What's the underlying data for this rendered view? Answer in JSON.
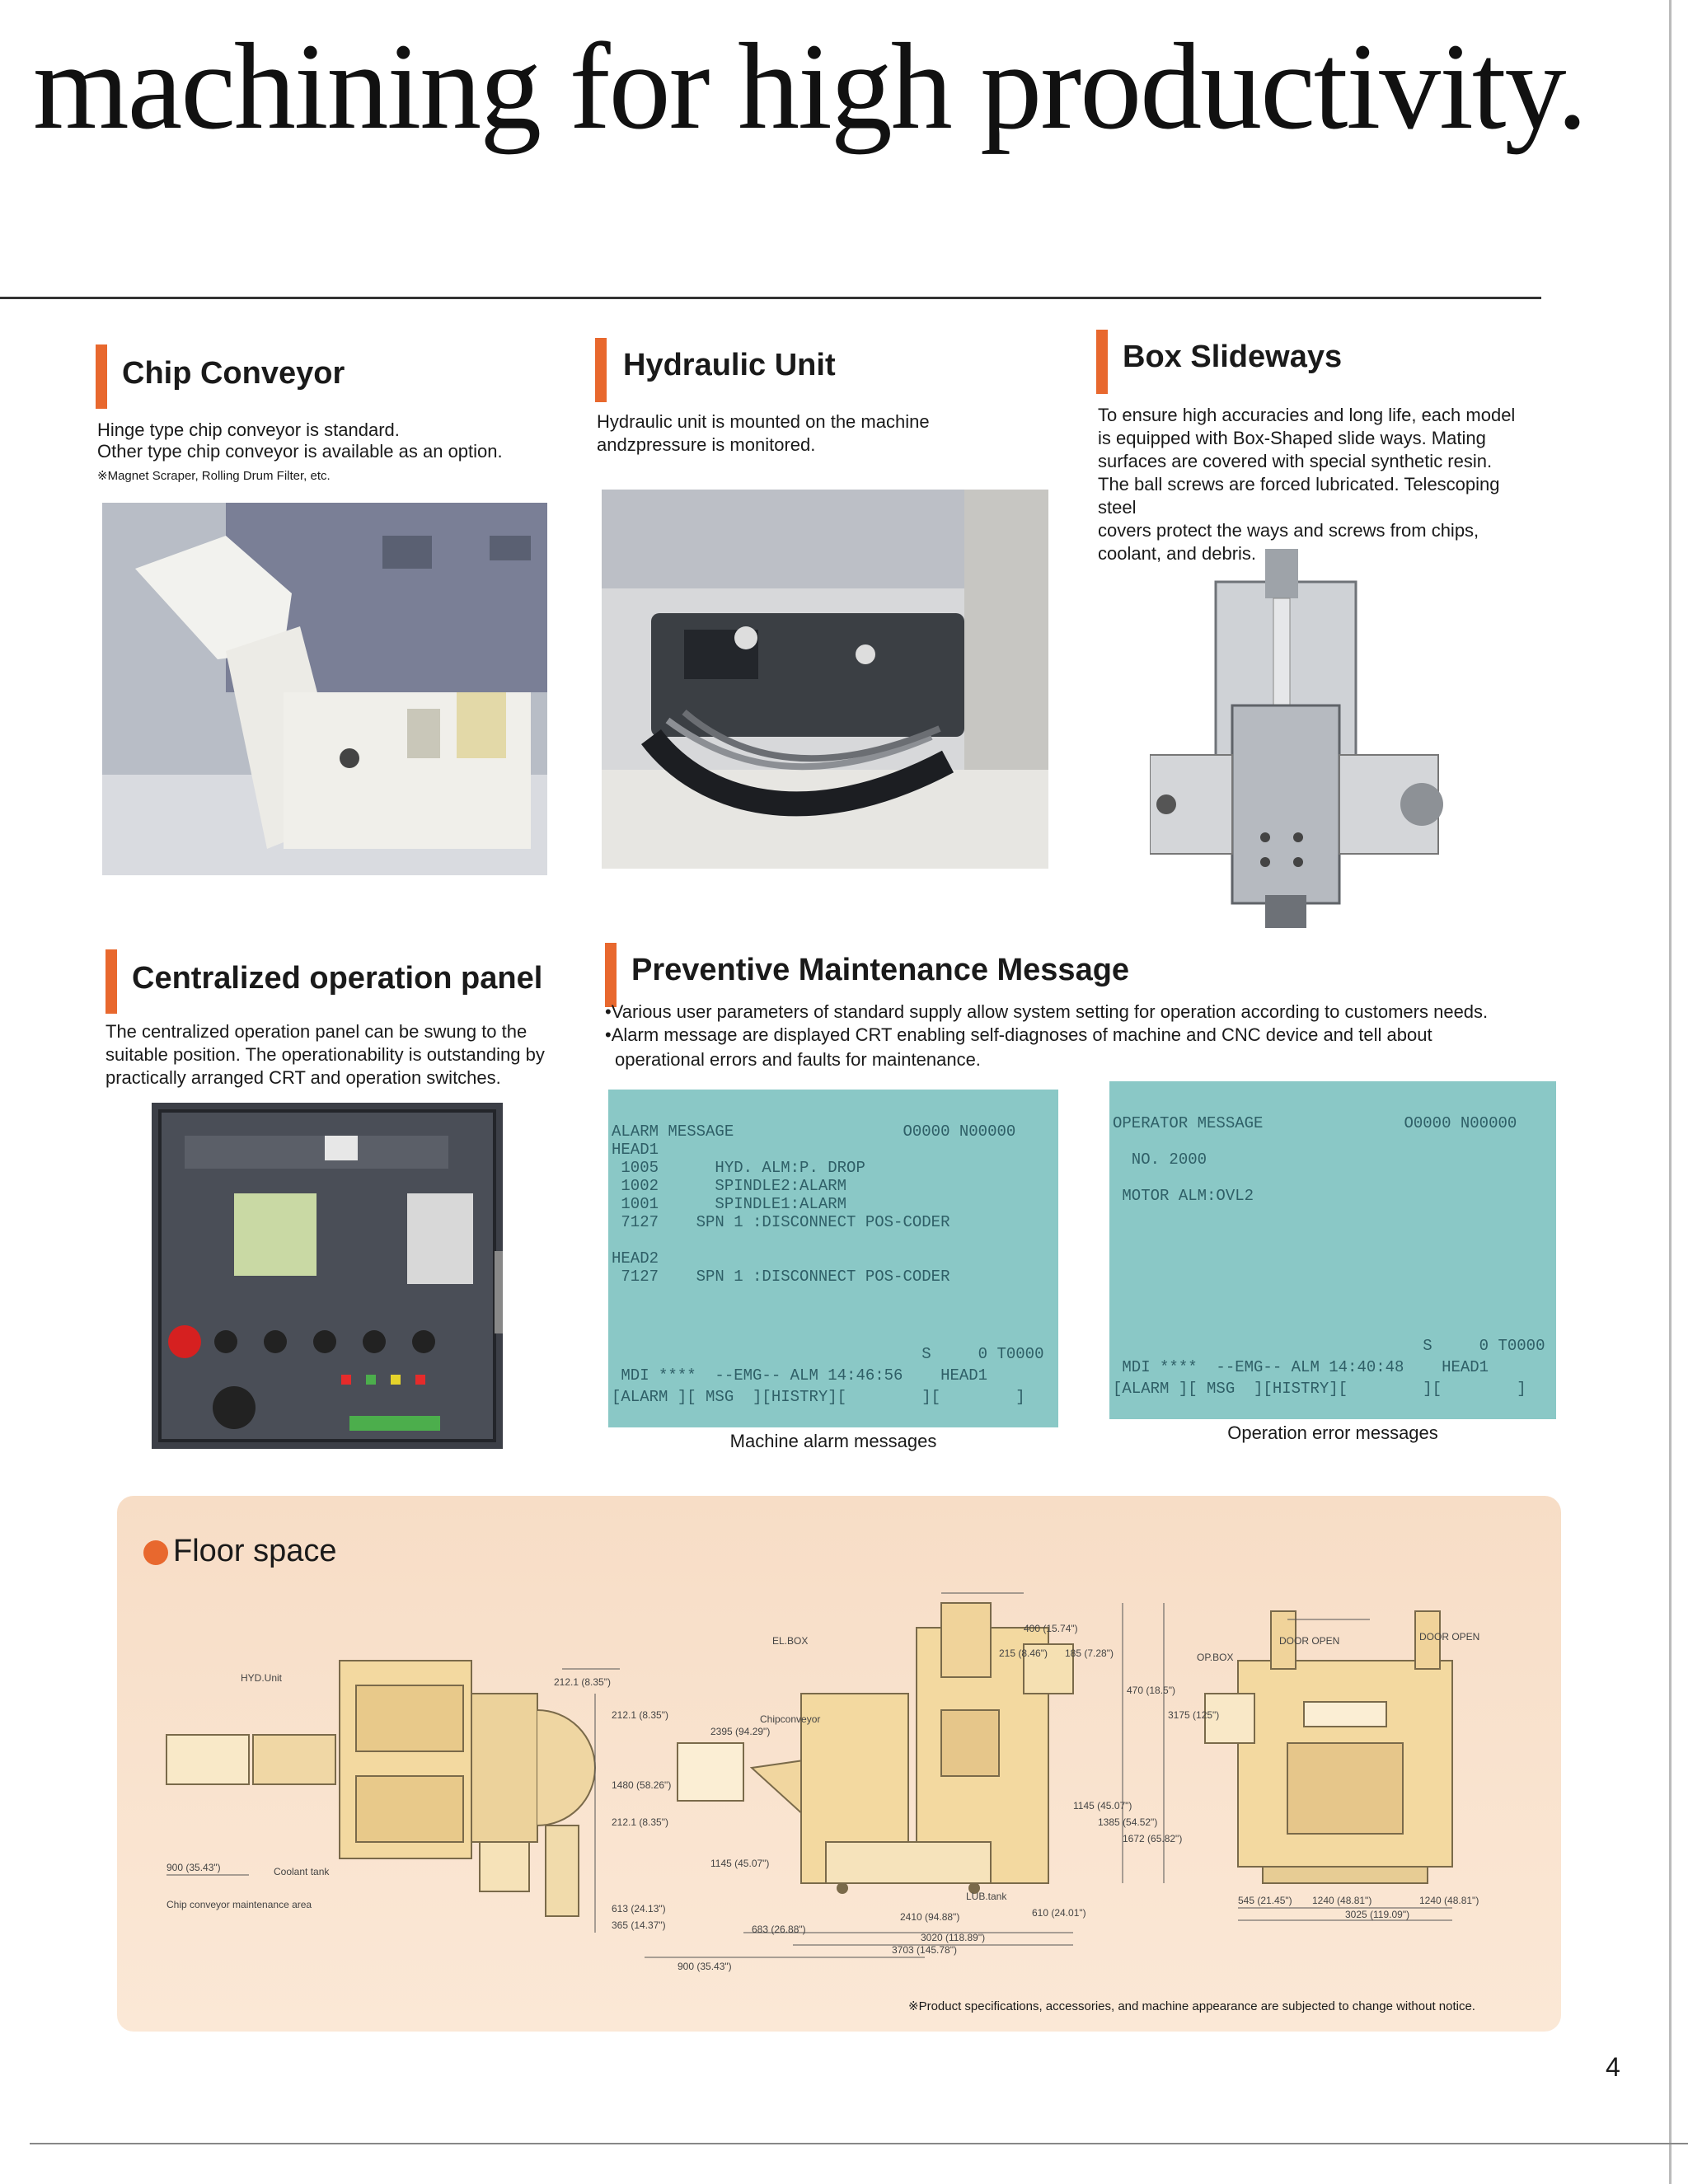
{
  "headline": "machining for high productivity.",
  "sections": {
    "chip_conveyor": {
      "title": "Chip Conveyor",
      "body1": "Hinge type chip conveyor is standard.",
      "body2": "Other type chip conveyor is available as an option.",
      "note": "※Magnet Scraper, Rolling Drum Filter, etc."
    },
    "hydraulic_unit": {
      "title": "Hydraulic Unit",
      "body1": "Hydraulic unit is mounted on the machine",
      "body2": "andzpressure is monitored."
    },
    "box_slideways": {
      "title": "Box Slideways",
      "lines": [
        "To ensure high accuracies and long life, each model",
        "is equipped with Box-Shaped slide ways. Mating",
        "surfaces are covered with special synthetic resin.",
        "The ball screws are forced lubricated. Telescoping steel",
        "covers protect the ways and screws from chips,",
        "coolant, and debris."
      ]
    },
    "centralized_panel": {
      "title": "Centralized  operation panel",
      "lines": [
        "The centralized operation panel can be swung to the",
        "suitable position. The operationability is outstanding by",
        "practically arranged CRT and operation switches."
      ]
    },
    "preventive_maintenance": {
      "title": "Preventive Maintenance Message",
      "bullet1": "•Various user parameters of standard supply allow system setting for operation according to customers needs.",
      "bullet2": "•Alarm message are displayed CRT enabling self-diagnoses of machine and CNC device and tell about",
      "bullet2_cont": "operational errors and faults for maintenance."
    }
  },
  "screens": {
    "alarm": {
      "caption": "Machine alarm messages",
      "lines": [
        "ALARM MESSAGE                  O0000 N00000",
        "HEAD1",
        " 1005      HYD. ALM:P. DROP",
        " 1002      SPINDLE2:ALARM",
        " 1001      SPINDLE1:ALARM",
        " 7127    SPN 1 :DISCONNECT POS-CODER",
        "",
        "HEAD2",
        " 7127    SPN 1 :DISCONNECT POS-CODER",
        "",
        "",
        "",
        "                                 S     0 T0000",
        " MDI ****  --EMG-- ALM 14:46:56    HEAD1",
        "[ALARM ][ MSG  ][HISTRY][        ][        ]"
      ]
    },
    "operator": {
      "caption": "Operation error messages",
      "lines": [
        "OPERATOR MESSAGE               O0000 N00000",
        "",
        "  NO. 2000",
        "",
        " MOTOR ALM:OVL2",
        "",
        "",
        "",
        "",
        "",
        "",
        "",
        "                                 S     0 T0000",
        " MDI ****  --EMG-- ALM 14:40:48    HEAD1",
        "[ALARM ][ MSG  ][HISTRY][        ][        ]"
      ]
    }
  },
  "floor_space": {
    "title": "Floor space",
    "labels": {
      "hyd_unit": "HYD.Unit",
      "chip_area": "Chip conveyor maintenance area",
      "coolant_tank": "Coolant tank",
      "el_box": "EL.BOX",
      "chipconveyor": "Chipconveyor",
      "lub_tank": "LUB.tank",
      "op_box": "OP.BOX",
      "door_open_1": "DOOR OPEN",
      "door_open_2": "DOOR OPEN"
    },
    "dims": [
      "900 (35.43\")",
      "212.1 (8.35\")",
      "212.1 (8.35\")",
      "1480 (58.26\")",
      "212.1 (8.35\")",
      "613 (24.13\")",
      "365 (14.37\")",
      "2395 (94.29\")",
      "1145 (45.07\")",
      "900 (35.43\")",
      "683 (26.88\")",
      "2410 (94.88\")",
      "3020 (118.89\")",
      "3703 (145.78\")",
      "610 (24.01\")",
      "400 (15.74\")",
      "215 (8.46\")",
      "185 (7.28\")",
      "470 (18.5\")",
      "3175 (125\")",
      "1145 (45.07\")",
      "1385 (54.52\")",
      "1672 (65.82\")",
      "545 (21.45\")",
      "1240 (48.81\")",
      "1240 (48.81\")",
      "3025 (119.09\")"
    ],
    "notice": "※Product specifications, accessories, and machine appearance are subjected to change without notice."
  },
  "page_number": "4"
}
